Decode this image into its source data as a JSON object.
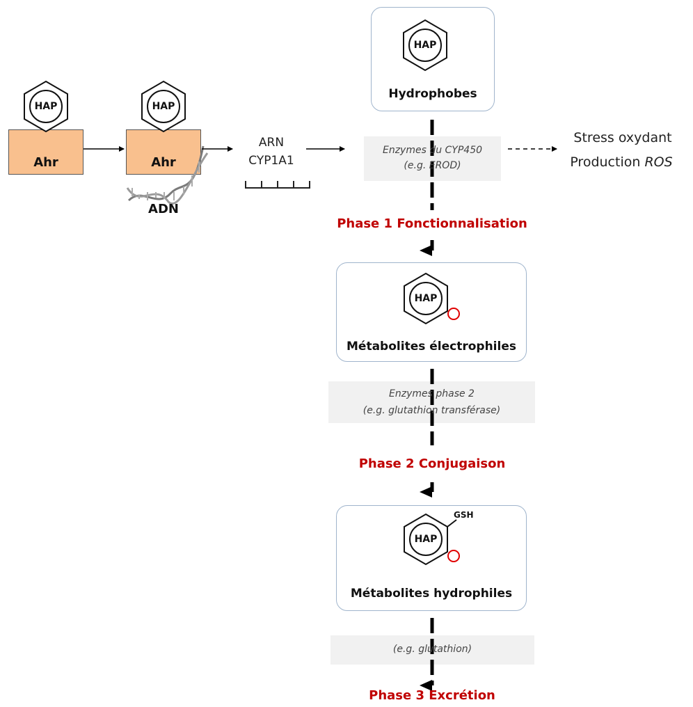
{
  "molecule_label": "HAP",
  "colors": {
    "phase_text": "#c00000",
    "ahr_fill": "#f9c08e",
    "box_border": "#9fb4cc",
    "metabolite_marker": "#e00000"
  },
  "left_pathway": {
    "receptor_label": "Ahr",
    "dna_label": "ADN",
    "rna_label_line1": "ARN",
    "rna_label_line2": "CYP1A1"
  },
  "side_effect": {
    "line1": "Stress oxydant",
    "line2_prefix": "Production ",
    "line2_emph": "ROS"
  },
  "boxes": {
    "hydrophobes": "Hydrophobes",
    "electrophiles": "Métabolites électrophiles",
    "hydrophiles": "Métabolites hydrophiles"
  },
  "enzyme_notes": {
    "cyp_line1": "Enzymes du CYP450",
    "cyp_line2": "(e.g. EROD)",
    "phase2_line1": "Enzymes phase 2",
    "phase2_line2": "(e.g. glutathion transférase)",
    "phase3_line1": "(e.g. glutathion)"
  },
  "phases": {
    "phase1": "Phase 1 Fonctionnalisation",
    "phase2": "Phase 2 Conjugaison",
    "phase3": "Phase 3 Excrétion"
  },
  "conjugate_label": "GSH"
}
